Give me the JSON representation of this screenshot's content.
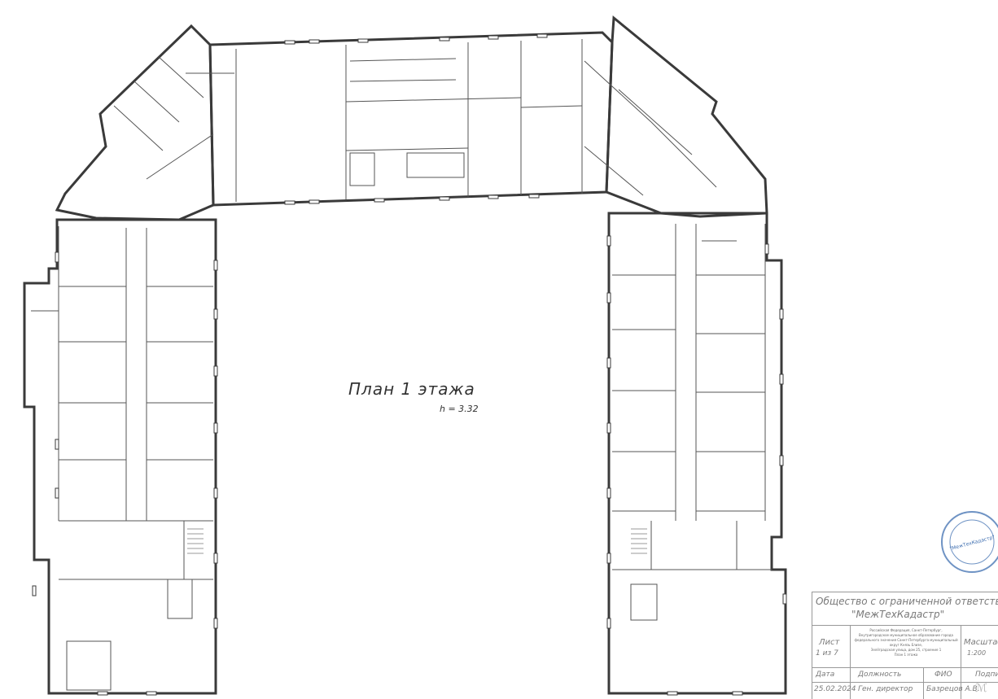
{
  "plan": {
    "title": "План 1 этажа",
    "height": "h = 3.32"
  },
  "title_block": {
    "org_line1": "Общество с ограниченной ответственностью",
    "org_line2": "\"МежТехКадастр\"",
    "address_lines": [
      "Российская Федерация, Санкт-Петербург,",
      "Внутригородское муниципальное образование города",
      "федерального значения Санкт-Петербурга муниципальный округ Князь Елизе,",
      "Зелёградская улица, дом 25, строение 1",
      "План 1 этажа"
    ],
    "sheet_label": "Лист",
    "sheet_value": "1 из 7",
    "scale_label": "Масштаб",
    "scale_value": "1:200",
    "headers": [
      "Дата",
      "Должность",
      "ФИО",
      "Подпись"
    ],
    "date": "25.02.2024",
    "position": "Ген. директор",
    "name": "Базрецов А.В."
  },
  "stamp": {
    "center_text": "\"МежТехКадастр\""
  },
  "colors": {
    "line": "#3a3a3a",
    "stamp": "#3f6fb0",
    "title_block": "#7a7a7a"
  }
}
